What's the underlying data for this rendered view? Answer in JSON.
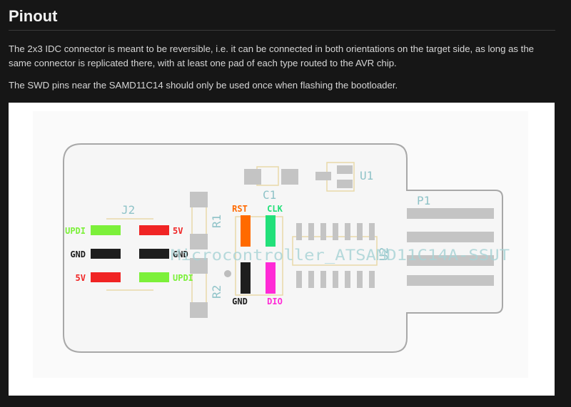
{
  "heading": "Pinout",
  "paragraphs": [
    "The 2x3 IDC connector is meant to be reversible, i.e. it can be connected in both orientations on the target side, as long as the same connector is replicated there, with at least one pad of each type routed to the AVR chip.",
    "The SWD pins near the SAMD11C14 should only be used once when flashing the bootloader."
  ],
  "diagram": {
    "designators": {
      "j2": "J2",
      "r1": "R1",
      "r2": "R2",
      "c1": "C1",
      "u1": "U1",
      "u2": "U2",
      "p1": "P1"
    },
    "mcu_value": "Microcontroller_ATSAMD11C14A-SSUT",
    "j2_pins": {
      "left_top": "UPDI",
      "left_mid": "GND",
      "left_bot": "5V",
      "right_top": "5V",
      "right_mid": "GND",
      "right_bot": "UPDI"
    },
    "swd_pins": {
      "rst": "RST",
      "clk": "CLK",
      "gnd": "GND",
      "dio": "DIO"
    },
    "colors": {
      "updi": "#7cf03a",
      "five_v": "#f02424",
      "gnd": "#1e1e1e",
      "rst": "#ff6a00",
      "clk": "#22e07a",
      "dio": "#ff2bd6",
      "silk": "#8fc3c8",
      "pad_gray": "#c4c4c4"
    }
  }
}
